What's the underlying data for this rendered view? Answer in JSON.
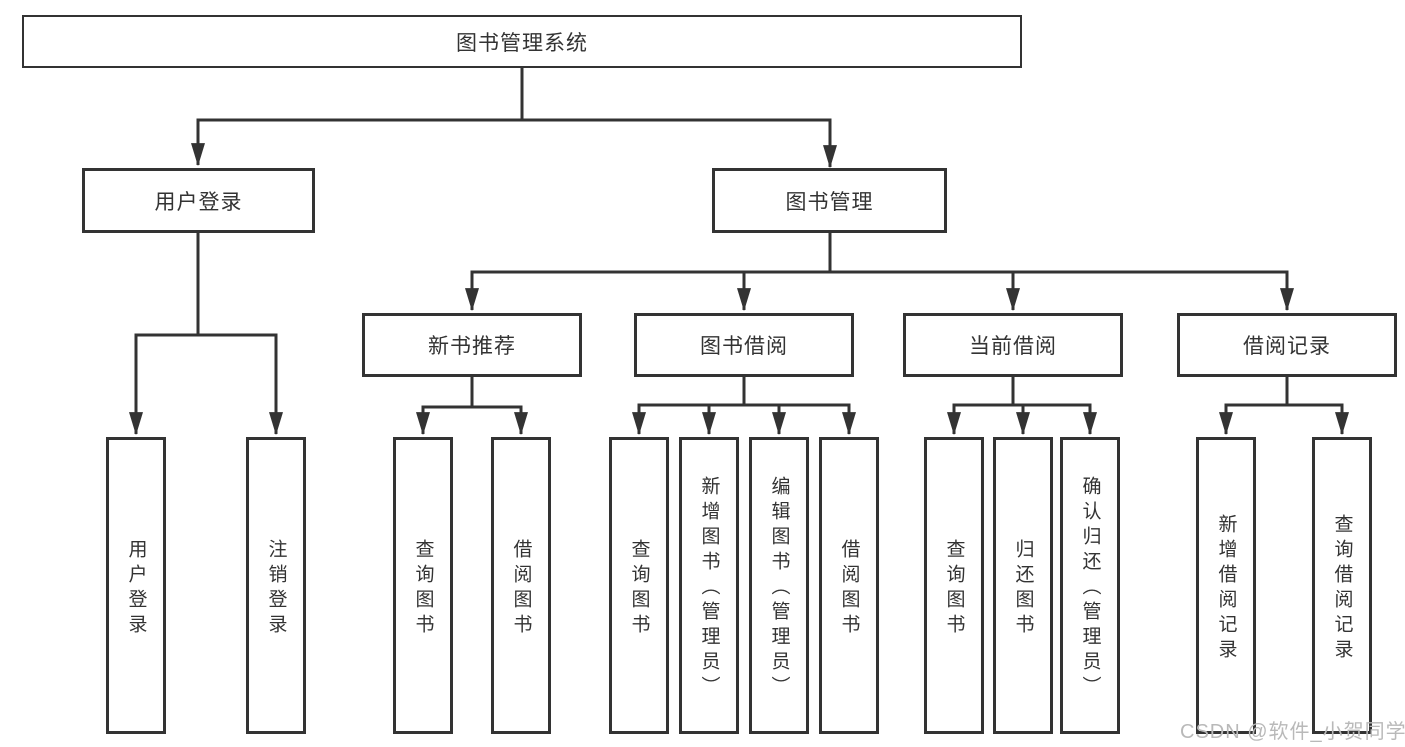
{
  "nodes": {
    "root": {
      "label": "图书管理系统"
    },
    "level2": [
      {
        "label": "用户登录"
      },
      {
        "label": "图书管理"
      }
    ],
    "level3": [
      {
        "label": "新书推荐"
      },
      {
        "label": "图书借阅"
      },
      {
        "label": "当前借阅"
      },
      {
        "label": "借阅记录"
      }
    ],
    "leaves": [
      {
        "label": "用户登录"
      },
      {
        "label": "注销登录"
      },
      {
        "label": "查询图书"
      },
      {
        "label": "借阅图书"
      },
      {
        "label": "查询图书"
      },
      {
        "label": "新增图书（管理员）"
      },
      {
        "label": "编辑图书（管理员）"
      },
      {
        "label": "借阅图书"
      },
      {
        "label": "查询图书"
      },
      {
        "label": "归还图书"
      },
      {
        "label": "确认归还（管理员）"
      },
      {
        "label": "新增借阅记录"
      },
      {
        "label": "查询借阅记录"
      }
    ]
  },
  "watermark": {
    "text": "CSDN @软件_小贺同学"
  },
  "colors": {
    "line": "#333333",
    "text": "#333333",
    "box_background": "#ffffff",
    "watermark": "#b9b9b9",
    "background": "#ffffff"
  }
}
